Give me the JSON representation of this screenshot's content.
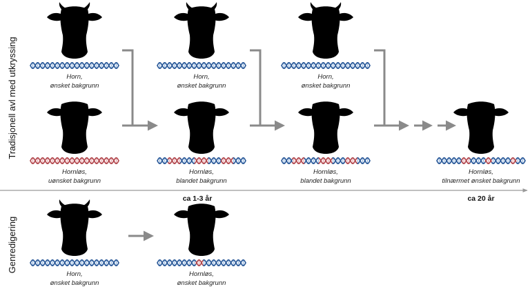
{
  "row_labels": {
    "traditional": "Tradisjonell avl med utkryssing",
    "gene_editing": "Genredigering"
  },
  "time_labels": {
    "short": "ca 1-3 år",
    "long": "ca 20 år"
  },
  "cows": [
    {
      "id": "trad-horn-1",
      "line1": "Horn,",
      "line2": "ønsket bakgrunn",
      "dna": "blue",
      "cut": null
    },
    {
      "id": "trad-hornless-1",
      "line1": "Hornløs,",
      "line2": "uønsket bakgrunn",
      "dna": "red",
      "cut": null
    },
    {
      "id": "trad-horn-2",
      "line1": "Horn,",
      "line2": "ønsket bakgrunn",
      "dna": "blue",
      "cut": null
    },
    {
      "id": "trad-mixed-2",
      "line1": "Hornløs,",
      "line2": "blandet bakgrunn",
      "dna": "mixed",
      "cut": null
    },
    {
      "id": "trad-horn-3",
      "line1": "Horn,",
      "line2": "ønsket bakgrunn",
      "dna": "blue",
      "cut": null
    },
    {
      "id": "trad-mixed-3",
      "line1": "Hornløs,",
      "line2": "blandet bakgrunn",
      "dna": "mixed",
      "cut": null
    },
    {
      "id": "trad-final",
      "line1": "Hornløs,",
      "line2": "tilnærmet ønsket bakgrunn",
      "dna": "mostly-blue",
      "cut": null
    },
    {
      "id": "gene-horn",
      "line1": "Horn,",
      "line2": "ønsket bakgrunn",
      "dna": "blue",
      "cut": null
    },
    {
      "id": "gene-hornless",
      "line1": "Hornløs,",
      "line2": "ønsket bakgrunn",
      "dna": "blue",
      "cut": "small-red"
    }
  ],
  "colors": {
    "dna_blue": "#6f9fd8",
    "dna_blue_dark": "#2e5c9a",
    "dna_red": "#e3888c",
    "dna_red_dark": "#b24a50",
    "arrow": "#8a8a8a",
    "timeline": "#9a9a9a",
    "silhouette": "#000000"
  }
}
